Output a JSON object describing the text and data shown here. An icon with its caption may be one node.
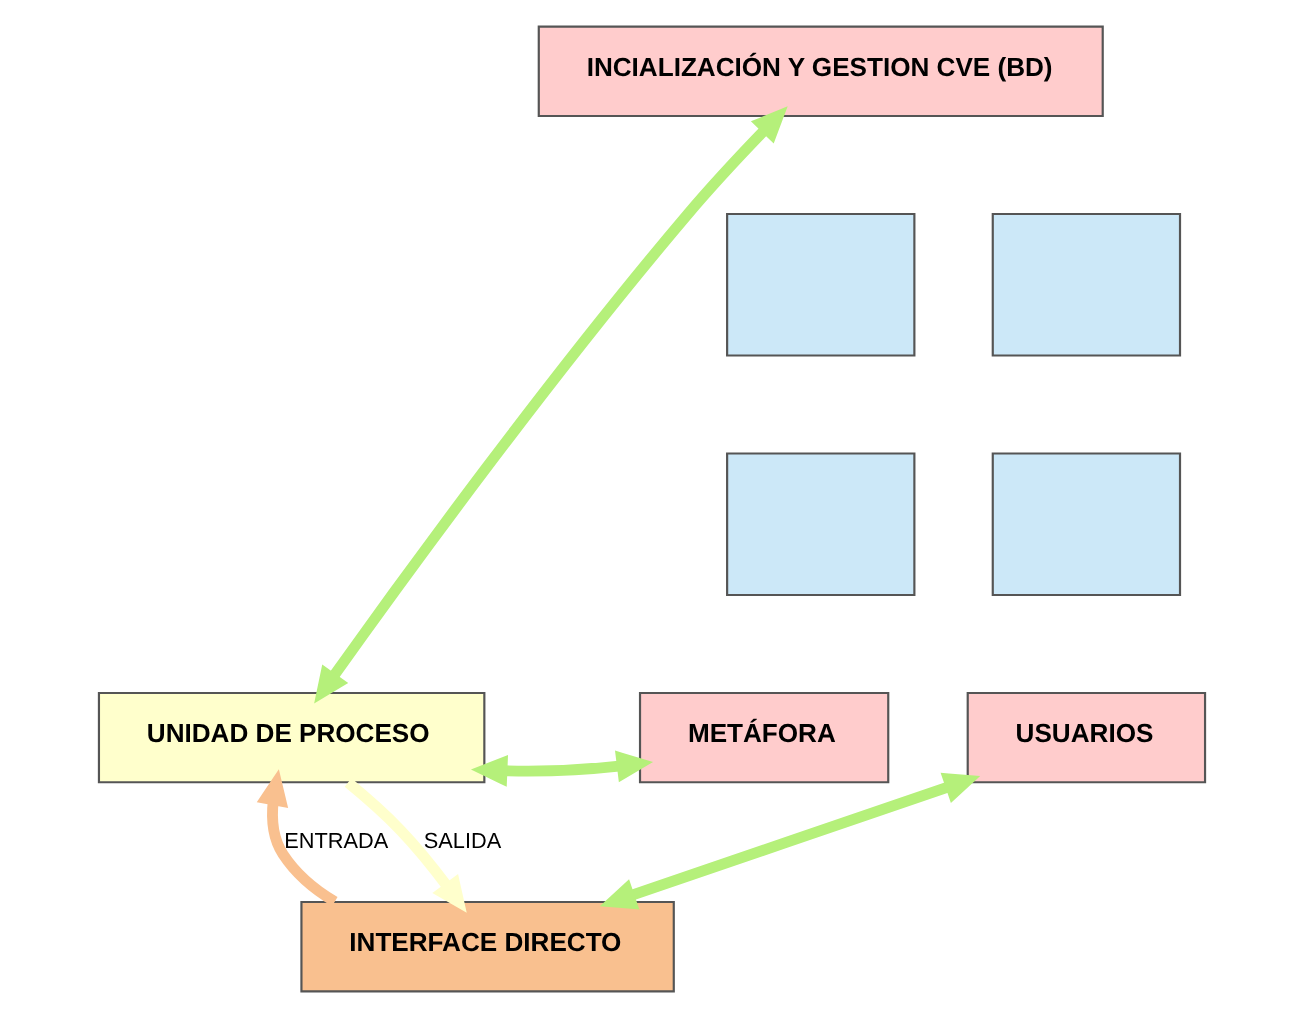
{
  "diagram": {
    "nodes": [
      {
        "text": [
          "INCIALIZACIÓN Y GESTION CVE (BD)"
        ]
      },
      {
        "text": [
          "METÁFORA"
        ]
      },
      {
        "text": [
          "UNIDAD DE PROCESO"
        ]
      },
      {
        "text": [
          "INTERFACE DIRECTO"
        ]
      },
      {
        "text": [
          "USUARIOS"
        ]
      },
      {
        "text": [],
        "shape": "box"
      },
      {
        "text": [],
        "shape": "box"
      },
      {
        "text": [],
        "shape": "box"
      },
      {
        "text": [],
        "shape": "box"
      }
    ],
    "edges": [
      {
        "from": 0,
        "to": 2,
        "arrow": "both"
      },
      {
        "from": 1,
        "to": 2,
        "arrow": "both"
      },
      {
        "from": 3,
        "to": 2,
        "arrow": "to",
        "label": "ENTRADA",
        "color": "#f9c08f"
      },
      {
        "from": 2,
        "to": 3,
        "arrow": "to",
        "label": "SALIDA",
        "color": "#ffffcc"
      },
      {
        "from": 4,
        "to": 3,
        "arrow": "both"
      }
    ]
  }
}
